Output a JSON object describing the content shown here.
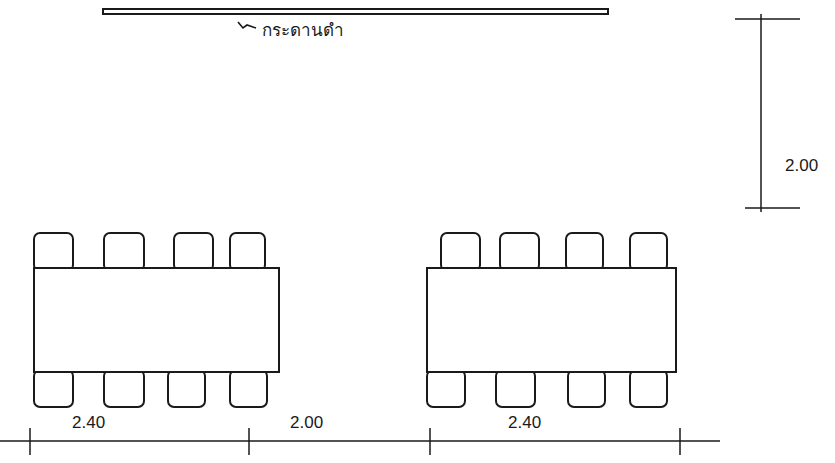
{
  "diagram": {
    "labels": [
      "กระดานดำ",
      "2.00",
      "2.40",
      "2.00",
      "2.40"
    ]
  }
}
